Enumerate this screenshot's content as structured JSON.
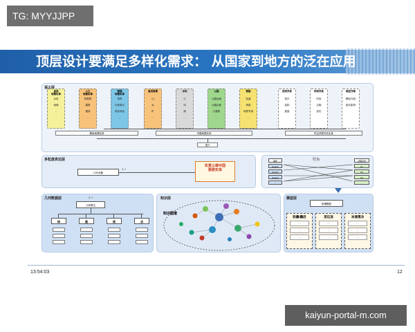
{
  "watermark_top": "TG: MYYJJPP",
  "watermark_bottom": "kaiyun-portal-m.com",
  "slide": {
    "title": "顶层设计要满足多样化需求：  从国家到地方的泛在应用",
    "footer_time": "13:54:03",
    "footer_page": "12"
  },
  "semantic_panel": {
    "label": "语义层",
    "columns": [
      {
        "header": "自然\n地理实体",
        "items": [
          "水系",
          "地貌",
          "...",
          "..."
        ],
        "color": "#f4f19a"
      },
      {
        "header": "人工\n地理实体",
        "items": [
          "构筑物",
          "建筑",
          "管线",
          "..."
        ],
        "color": "#f7c27a"
      },
      {
        "header": "管理\n地理实体",
        "items": [
          "境界",
          "行政单元",
          "地名地址",
          "..."
        ],
        "color": "#7ec6e6"
      },
      {
        "header": "自然资源",
        "items": [
          "山",
          "水",
          "矿",
          "..."
        ],
        "color": "#f7c27a"
      },
      {
        "header": "水利",
        "items": [
          "江",
          "河",
          "湖",
          "..."
        ],
        "color": "#d9d9d9"
      },
      {
        "header": "公路",
        "items": [
          "公路设施",
          "公路边坡",
          "公路桥",
          "..."
        ],
        "color": "#9fd88d"
      },
      {
        "header": "铁路",
        "items": [
          "轨道",
          "桥梁",
          "地铁专用",
          "..."
        ],
        "color": "#f5e272"
      },
      {
        "header": "空间关系",
        "items": [
          "拓扑",
          "结构",
          "度量"
        ],
        "color": "#ffffff"
      },
      {
        "header": "时间关系",
        "items": [
          "时序",
          "过程",
          "变化"
        ],
        "color": "#ffffff"
      },
      {
        "header": "相互作用",
        "items": [
          "耦合作用",
          "链式影响"
        ],
        "color": "#ffffff"
      }
    ],
    "bars": [
      "基础地理实体",
      "专题地理实体",
      "时空关联关系实体"
    ],
    "bottom_box": "语义"
  },
  "multiscale_panel": {
    "label": "多粒度表达层",
    "lod": "LOD对象",
    "ratio": "1..*",
    "center_box": "实景三维中国\n要素实体",
    "behavior_label": "行为",
    "events": [
      "事件",
      "Event1",
      "Event2",
      "Event3",
      "..."
    ],
    "processes": [
      "过程序列",
      "P1",
      "P2",
      "P3",
      "..."
    ]
  },
  "geometry_panel": {
    "label": "几何数据层",
    "root": "几何表达",
    "ratio": "1..*",
    "nodes": [
      "体",
      "面",
      "线",
      "点"
    ]
  },
  "knowledge_panel": {
    "label": "知识层",
    "graph_label": "知识图谱"
  },
  "model_panel": {
    "label": "模型层",
    "top": "机理模型",
    "boxes": [
      {
        "title": "防震/震后",
        "items": [
          "...",
          "...",
          "..."
        ]
      },
      {
        "title": "泥石流",
        "items": [
          "...",
          "...",
          "..."
        ]
      },
      {
        "title": "冰湖溃决",
        "items": [
          "...",
          "...",
          "..."
        ]
      }
    ]
  }
}
